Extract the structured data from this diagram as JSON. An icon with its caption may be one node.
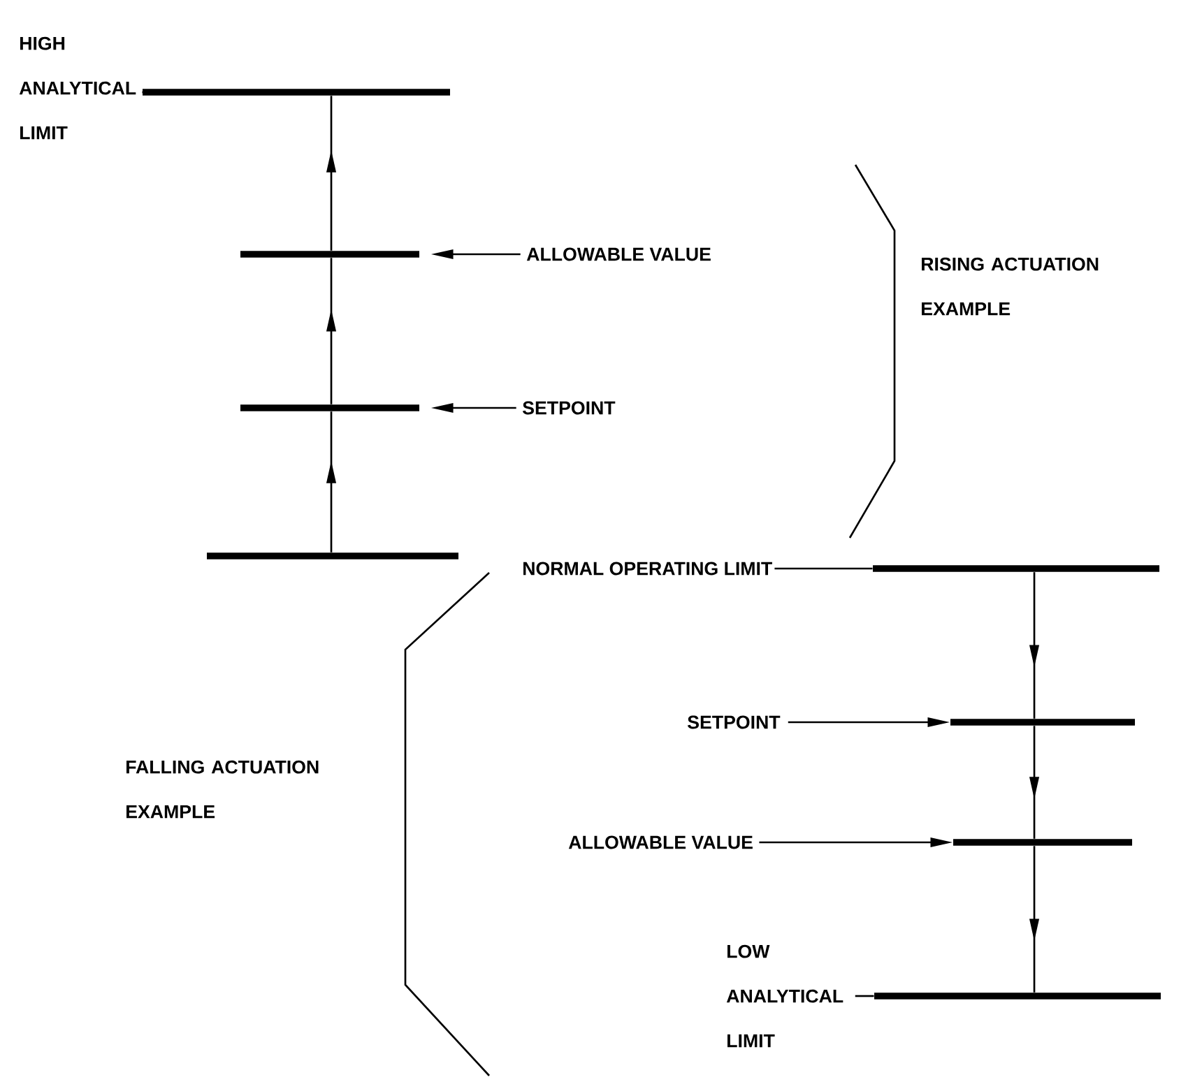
{
  "diagram": {
    "nodes": [
      {
        "text": [
          "HIGH ANALYTICAL LIMIT"
        ]
      },
      {
        "text": [],
        "shape": "bar"
      },
      {
        "text": [],
        "shape": "bar"
      },
      {
        "text": [
          "ALLOWABLE VALUE"
        ]
      },
      {
        "text": [],
        "shape": "bar"
      },
      {
        "text": [
          "SETPOINT"
        ]
      },
      {
        "text": [],
        "shape": "bar"
      },
      {
        "text": [
          "NORMAL OPERATING LIMIT"
        ]
      },
      {
        "text": [],
        "shape": "bar"
      },
      {
        "text": [
          "SETPOINT"
        ]
      },
      {
        "text": [],
        "shape": "bar"
      },
      {
        "text": [
          "ALLOWABLE VALUE"
        ]
      },
      {
        "text": [],
        "shape": "bar"
      },
      {
        "text": [
          "LOW ANALYTICAL LIMIT"
        ]
      },
      {
        "text": [],
        "shape": "bar"
      }
    ],
    "edges": [
      {
        "from": 0,
        "to": 1,
        "arrow": "none"
      },
      {
        "from": 6,
        "to": 4,
        "arrow": "to"
      },
      {
        "from": 4,
        "to": 2,
        "arrow": "to"
      },
      {
        "from": 2,
        "to": 1,
        "arrow": "to"
      },
      {
        "from": 3,
        "to": 2,
        "arrow": "to"
      },
      {
        "from": 5,
        "to": 4,
        "arrow": "to"
      },
      {
        "from": 7,
        "to": 8,
        "arrow": "none"
      },
      {
        "from": 8,
        "to": 10,
        "arrow": "to"
      },
      {
        "from": 10,
        "to": 12,
        "arrow": "to"
      },
      {
        "from": 12,
        "to": 14,
        "arrow": "to"
      },
      {
        "from": 9,
        "to": 10,
        "arrow": "to"
      },
      {
        "from": 11,
        "to": 12,
        "arrow": "to"
      },
      {
        "from": 13,
        "to": 14,
        "arrow": "none"
      }
    ],
    "labels": [
      "RISING ACTUATION EXAMPLE",
      "FALLING ACTUATION EXAMPLE"
    ]
  }
}
